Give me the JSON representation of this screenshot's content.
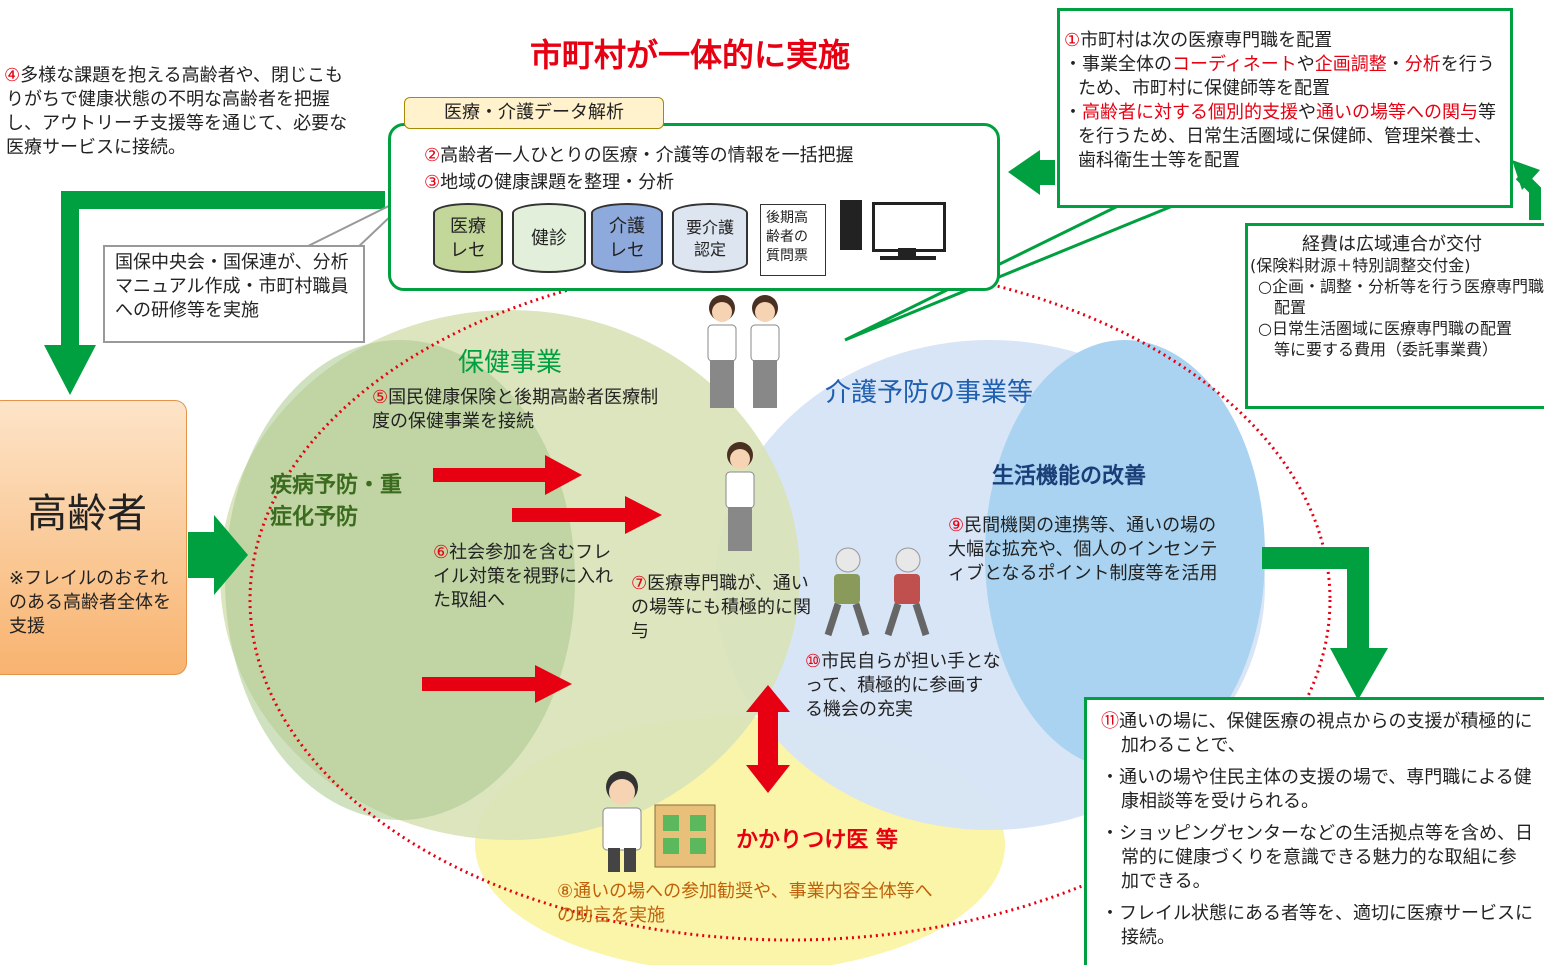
{
  "title": "市町村が一体的に実施",
  "note4": {
    "num": "④",
    "text": "多様な課題を抱える高齢者や、閉じこもりがちで健康状態の不明な高齢者を把握し、アウトリーチ支援等を通じて、必要な医療サービスに接続。"
  },
  "data_analysis": {
    "tag": "医療・介護データ解析",
    "item2_num": "②",
    "item2": "高齢者一人ひとりの医療・介護等の情報を一括把握",
    "item3_num": "③",
    "item3": "地域の健康課題を整理・分析",
    "cylinders": [
      {
        "line1": "医療",
        "line2": "レセ",
        "color": "#c4d79b"
      },
      {
        "line1": "健診",
        "line2": "",
        "color": "#e2efda"
      },
      {
        "line1": "介護",
        "line2": "レセ",
        "color": "#8ea9db"
      },
      {
        "line1": "要介護",
        "line2": "認定",
        "color": "#dde5f0"
      }
    ],
    "questionnaire": "後期高齢者の質問票"
  },
  "kokuho_note": "国保中央会・国保連が、分析マニュアル作成・市町村職員への研修等を実施",
  "box1": {
    "line1_num": "①",
    "line1": "市町村は次の医療専門職を配置",
    "b1_pre": "・事業全体の",
    "b1_r1": "コーディネート",
    "b1_mid": "や",
    "b1_r2": "企画調整",
    "b1_dot": "・",
    "b1_r3": "分析",
    "b1_post": "を行うため、市町村に保健師等を配置",
    "b2_pre": "・",
    "b2_r1": "高齢者に対する個別的支援",
    "b2_mid": "や",
    "b2_r2": "通いの場等への関与",
    "b2_post": "等を行うため、日常生活圏域に保健師、管理栄養士、歯科衛生士等を配置"
  },
  "funding": {
    "title": "経費は広域連合が交付",
    "sub": "(保険料財源＋特別調整交付金)",
    "item1": "○企画・調整・分析等を行う医療専門職の配置",
    "item2": "○日常生活圏域に医療専門職の配置",
    "footer": "等に要する費用（委託事業費）"
  },
  "elderly": {
    "title": "高齢者",
    "note": "※フレイルのおそれのある高齢者全体を支援"
  },
  "hoken": {
    "title": "保健事業",
    "item5_num": "⑤",
    "item5": "国民健康保険と後期高齢者医療制度の保健事業を接続"
  },
  "kaigo": {
    "title": "介護予防の事業等"
  },
  "disease": {
    "title": "疾病予防・重症化予防"
  },
  "item6": {
    "num": "⑥",
    "text": "社会参加を含むフレイル対策を視野に入れた取組へ"
  },
  "item7": {
    "num": "⑦",
    "text": "医療専門職が、通いの場等にも積極的に関与"
  },
  "seikatsu": {
    "title": "生活機能の改善",
    "item9_num": "⑨",
    "item9": "民間機関の連携等、通いの場の大幅な拡充や、個人のインセンティブとなるポイント制度等を活用"
  },
  "item10": {
    "num": "⑩",
    "text": "市民自らが担い手となって、積極的に参画する機会の充実"
  },
  "doctor": {
    "title": "かかりつけ医 等",
    "item8_num": "⑧",
    "item8": "通いの場への参加勧奨や、事業内容全体等への助言を実施"
  },
  "box11": {
    "num": "⑪",
    "head": "通いの場に、保健医療の視点からの支援が積極的に加わることで、",
    "b1": "・通いの場や住民主体の支援の場で、専門職による健康相談等を受けられる。",
    "b2": "・ショッピングセンターなどの生活拠点等を含め、日常的に健康づくりを意識できる魅力的な取組に参加できる。",
    "b3": "・フレイル状態にある者等を、適切に医療サービスに接続。"
  },
  "colors": {
    "green": "#00a040",
    "red": "#e60012",
    "hoken_circle": "#d9e3b8",
    "kaigo_circle": "#d6e4f5",
    "seikatsu_circle": "#a9d3f0",
    "doctor_circle": "#faf5a8",
    "elderly_box": "#f8b36f"
  }
}
